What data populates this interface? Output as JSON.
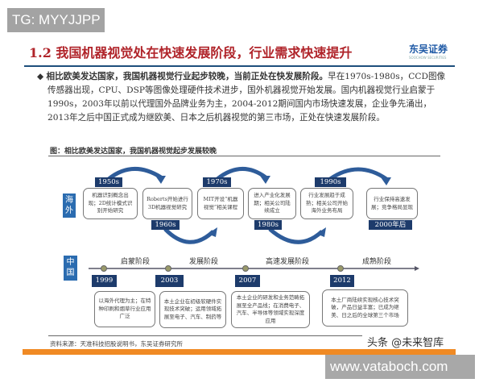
{
  "overlay_tag": "TG: MYYJJPP",
  "slide": {
    "title": "1.2 我国机器视觉处在快速发展阶段，行业需求快速提升",
    "logo": {
      "name": "东吴证券",
      "sub": "SOOCHOW SECURITIES"
    },
    "bullet_bold": "相比欧美发达国家，我国机器视觉行业起步较晚，当前正处在快发展阶段。",
    "bullet_text": "早在1970s-1980s，CCD图像传感器出现，CPU、DSP等图像处理硬件技术进步，国外机器视觉开始发展。国内机器视觉行业启蒙于1990s，2003年以前以代理国外品牌业务为主，2004-2012期间国内市场快速发展，企业争先涌出，2013年之后中国正式成为继欧美、日本之后机器视觉的第三市场，正处在快速发展阶段。",
    "figure_caption": "图：相比欧美发达国家，我国机器视觉起步发展较晚",
    "overseas": {
      "label": "海外",
      "items": [
        {
          "year": "1950s",
          "text": "机器识别概念出现；2D统计模式识别开始研究"
        },
        {
          "year": "1960s",
          "text": "Roberts开始进行3D机器视觉研究"
        },
        {
          "year": "1970s",
          "text": "MIT开设“机器视觉”相关课程"
        },
        {
          "year": "1980s",
          "text": "进入产业化发展期；相关公司陆续成立"
        },
        {
          "year": "1990s",
          "text": "行业发展趋于成熟；相关公司开始海外业务布局"
        },
        {
          "year": "2000年后",
          "text": "行业保持高速发展；竞争格局显现"
        }
      ]
    },
    "china": {
      "label": "中国",
      "stages": [
        "启蒙阶段",
        "发展阶段",
        "高速发展阶段",
        "成熟阶段"
      ],
      "items": [
        {
          "year": "1999",
          "text": "以海外代理为主；在特种印刷和烟草行业应用广泛"
        },
        {
          "year": "2003",
          "text": "本土企业在初级软硬件实现技术突破；运用领域拓展至电子、汽车、制药等"
        },
        {
          "year": "2007",
          "text": "本土企业的研发和业务范畴拓展至全产品线；在消费电子、汽车、半导体等领域实现深度应用"
        },
        {
          "year": "2012",
          "text": "本土厂商陆续实现核心技术突破，产品日益丰富；已成为继美、日之后的全球第三个市场"
        }
      ]
    },
    "source": "资料来源：天准科技招股说明书，东吴证券研究所"
  },
  "watermark": "头条 @未来智库",
  "site_url": "www.vataboch.com",
  "colors": {
    "title": "#b0242a",
    "navy": "#1d3b6b",
    "orange": "#f08a24",
    "tag_blue": "#2b6cb0"
  }
}
